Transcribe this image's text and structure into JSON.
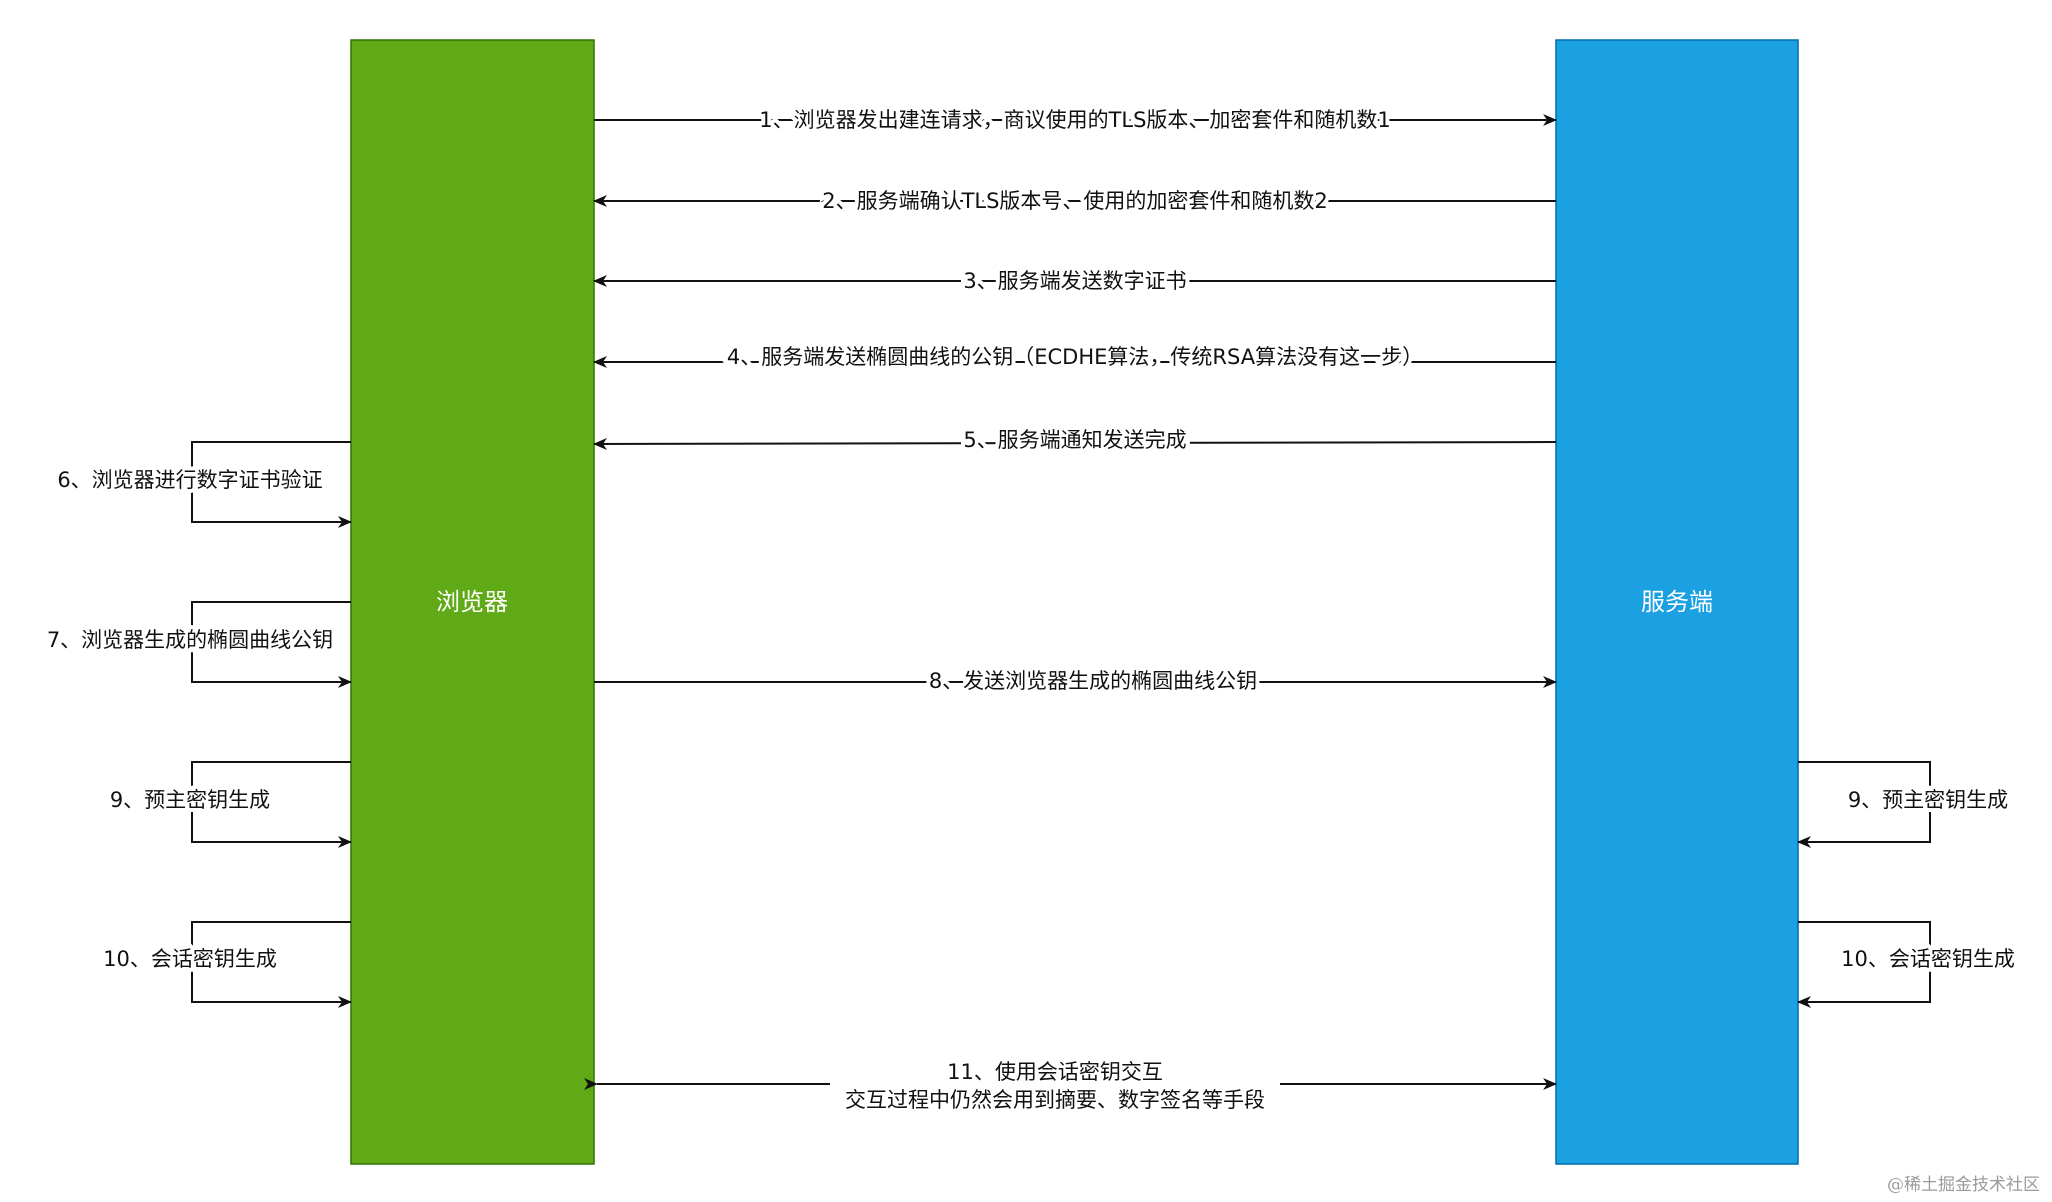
{
  "participants": {
    "browser": {
      "label": "浏览器",
      "color": "#60a917",
      "border": "#2d7600"
    },
    "server": {
      "label": "服务端",
      "color": "#1ba1e2",
      "border": "#006eaf"
    }
  },
  "messages": [
    {
      "id": 1,
      "label": "1、浏览器发出建连请求，商议使用的TLS版本、加密套件和随机数1",
      "direction": "to-server"
    },
    {
      "id": 2,
      "label": "2、服务端确认TLS版本号、使用的加密套件和随机数2",
      "direction": "to-browser"
    },
    {
      "id": 3,
      "label": "3、服务端发送数字证书",
      "direction": "to-browser"
    },
    {
      "id": 4,
      "label": "4、服务端发送椭圆曲线的公钥（ECDHE算法，传统RSA算法没有这一步）",
      "direction": "to-browser"
    },
    {
      "id": 5,
      "label": "5、服务端通知发送完成",
      "direction": "to-browser"
    },
    {
      "id": 8,
      "label": "8、发送浏览器生成的椭圆曲线公钥",
      "direction": "to-server"
    },
    {
      "id": 11,
      "label_lines": [
        "11、使用会话密钥交互",
        "交互过程中仍然会用到摘要、数字签名等手段"
      ],
      "direction": "both"
    }
  ],
  "browser_self_steps": [
    {
      "id": 6,
      "label": "6、浏览器进行数字证书验证"
    },
    {
      "id": 7,
      "label": "7、浏览器生成的椭圆曲线公钥"
    },
    {
      "id": 9,
      "label": "9、预主密钥生成"
    },
    {
      "id": 10,
      "label": "10、会话密钥生成"
    }
  ],
  "server_self_steps": [
    {
      "id": 9,
      "label": "9、预主密钥生成"
    },
    {
      "id": 10,
      "label": "10、会话密钥生成"
    }
  ],
  "watermark": "@稀土掘金技术社区"
}
